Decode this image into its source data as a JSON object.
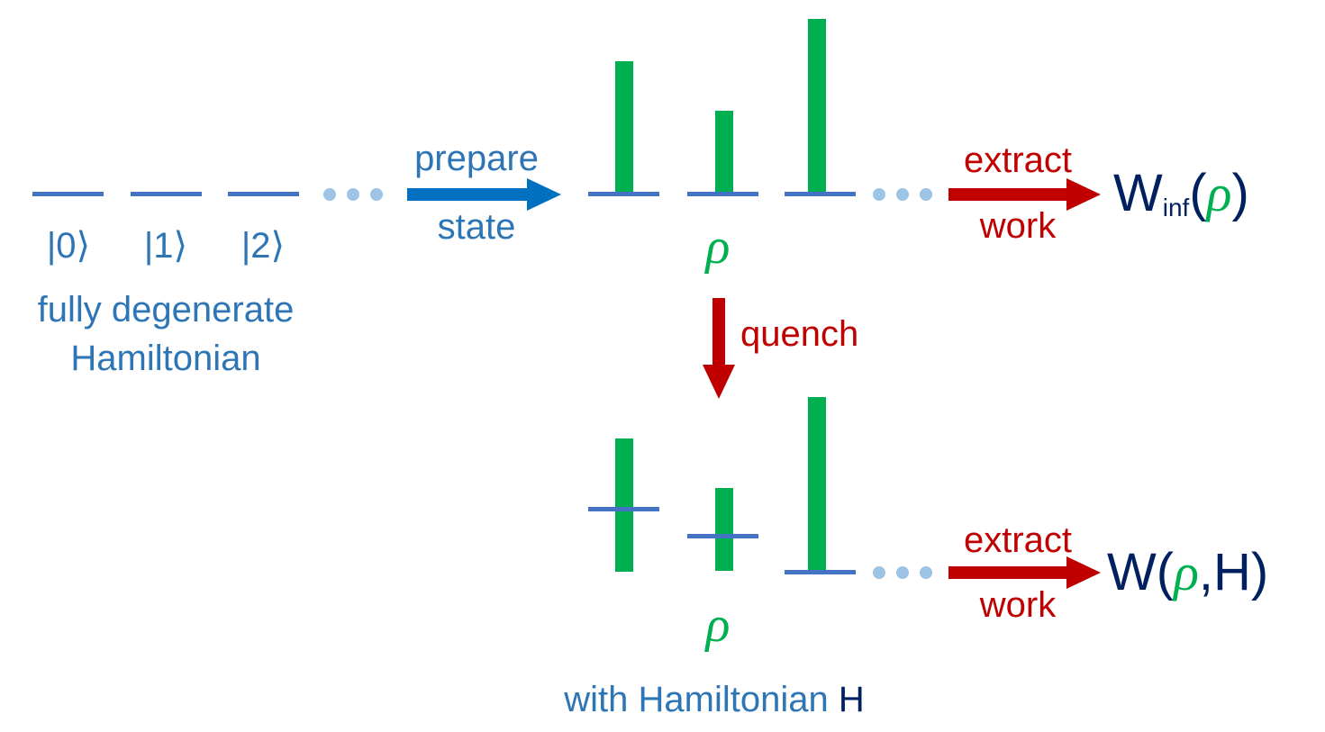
{
  "colors": {
    "blue_text": "#2E75B6",
    "blue_arrow": "#0070C0",
    "level_line": "#4472C4",
    "dots": "#9DC3E6",
    "green": "#00B050",
    "red": "#C00000",
    "dark_navy": "#002060"
  },
  "left": {
    "states": [
      "|0⟩",
      "|1⟩",
      "|2⟩"
    ],
    "caption_line1": "fully degenerate",
    "caption_line2": "Hamiltonian"
  },
  "prepare": {
    "top": "prepare",
    "bottom": "state"
  },
  "top_state": {
    "rho": "ρ",
    "populations": [
      1.0,
      0.62,
      1.33
    ]
  },
  "quench": {
    "label": "quench"
  },
  "extract_top": {
    "top": "extract",
    "bottom": "work"
  },
  "result_top": {
    "W": "W",
    "sub": "inf",
    "open": "(",
    "rho": "ρ",
    "close": ")"
  },
  "bottom_state": {
    "rho": "ρ",
    "caption": "with Hamiltonian ",
    "caption_H": "H"
  },
  "extract_bottom": {
    "top": "extract",
    "bottom": "work"
  },
  "result_bottom": {
    "W": "W(",
    "rho": "ρ",
    "rest": ",H)"
  }
}
